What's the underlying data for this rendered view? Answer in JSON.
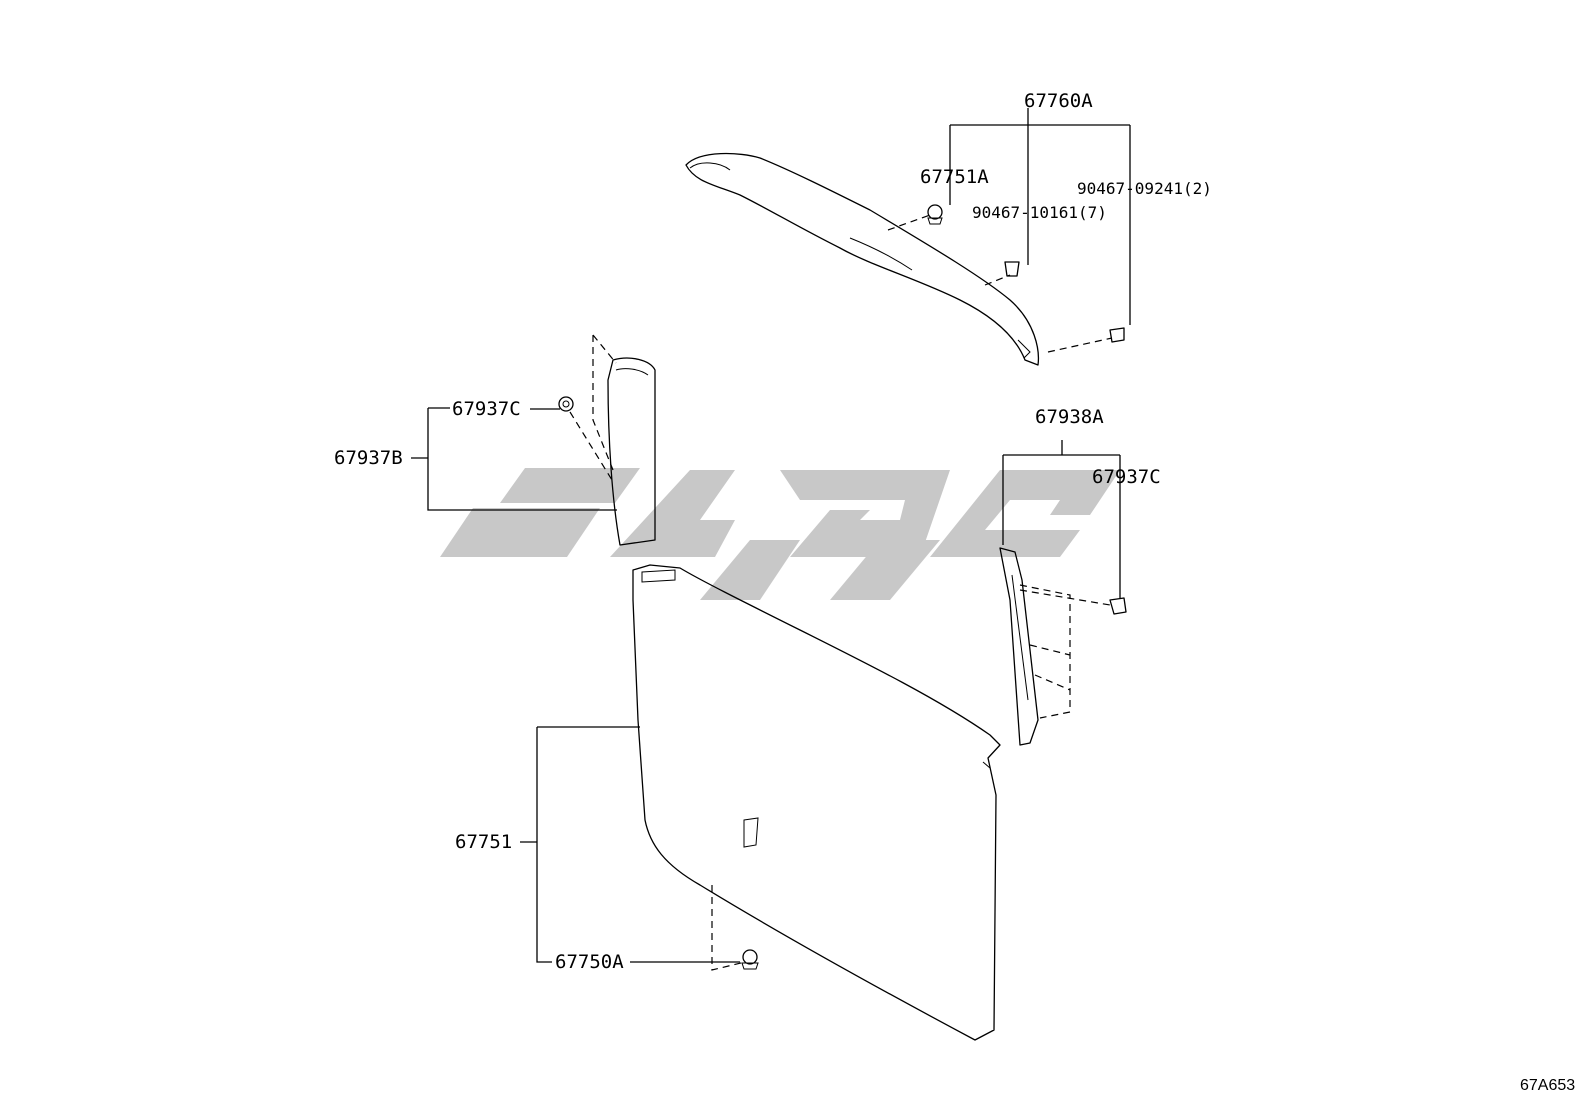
{
  "diagram": {
    "labels": {
      "part_67760A": "67760A",
      "part_67751A": "67751A",
      "bolt_10161": "90467-10161(7)",
      "bolt_09241": "90467-09241(2)",
      "part_67937C_left": "67937C",
      "part_67937B": "67937B",
      "part_67938A": "67938A",
      "part_67937C_right": "67937C",
      "part_67751": "67751",
      "part_67750A": "67750A"
    },
    "figure_ref": "67A653"
  }
}
